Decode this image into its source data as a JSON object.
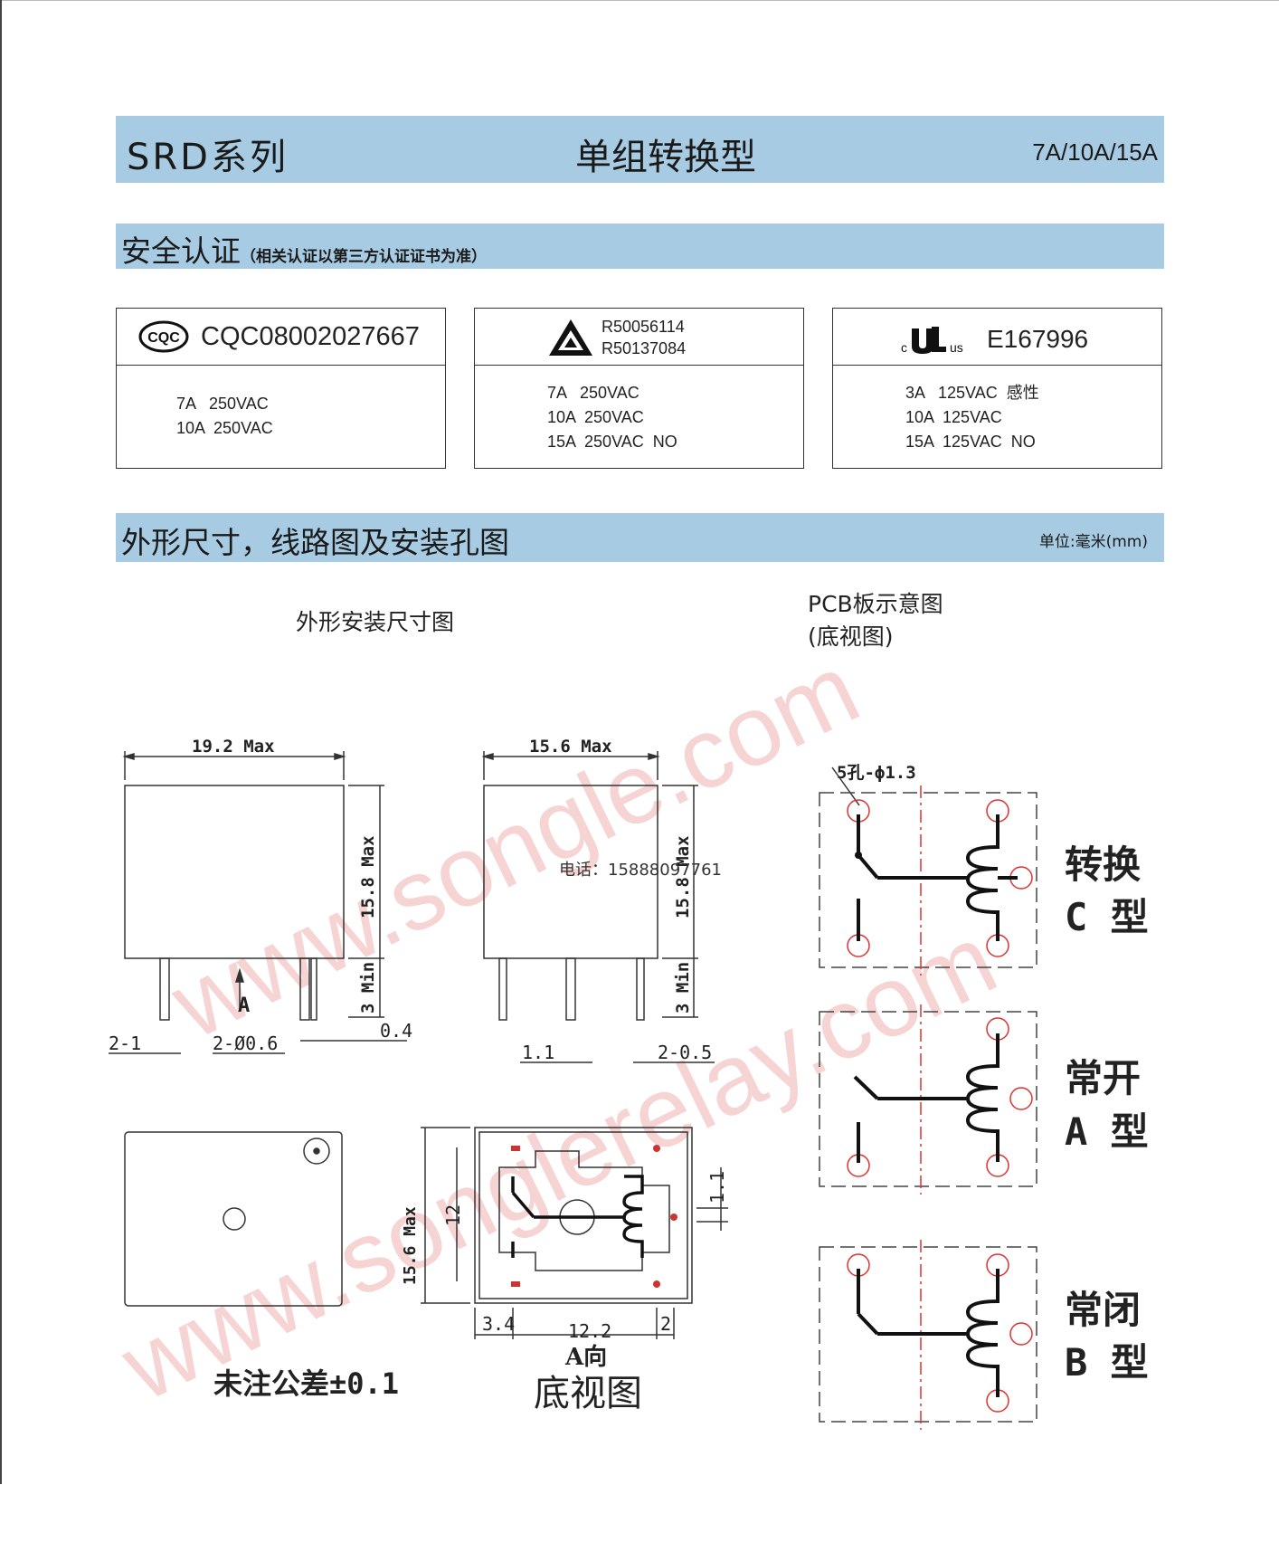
{
  "header": {
    "series": "SRD系列",
    "type": "单组转换型",
    "ratings": "7A/10A/15A"
  },
  "certification": {
    "title": "安全认证",
    "note": "（相关认证以第三方认证证书为准）",
    "cards": [
      {
        "logo": "CQC",
        "number": "CQC08002027667",
        "lines": [
          "7A   250VAC",
          "10A  250VAC"
        ]
      },
      {
        "logo": "TUV triangle",
        "numbers": [
          "R50056114",
          "R50137084"
        ],
        "lines": [
          "7A   250VAC",
          "10A  250VAC",
          "15A  250VAC  NO"
        ]
      },
      {
        "logo_c": "c",
        "logo_us": "us",
        "number": "E167996",
        "lines": [
          "3A   125VAC  感性",
          "10A  125VAC",
          "15A  125VAC  NO"
        ]
      }
    ]
  },
  "dimensions": {
    "title": "外形尺寸，线路图及安装孔图",
    "unit": "单位:毫米(mm)",
    "outline_label": "外形安装尺寸图",
    "pcb_label_1": "PCB板示意图",
    "pcb_label_2": "(底视图)",
    "front": {
      "width": "19.2 Max",
      "height": "15.8 Max",
      "pin": "3 Min",
      "d1": "2-1",
      "d2": "2-Ø0.6",
      "d3": "0.4",
      "arrow": "A"
    },
    "side": {
      "width": "15.6 Max",
      "height": "15.8 Max",
      "pin": "3 Min",
      "d1": "1.1",
      "d2": "2-0.5",
      "phone": "电话：15888097761"
    },
    "bottom": {
      "height": "15.6 Max",
      "d12": "12",
      "d11": "1.1",
      "w1": "3.4",
      "w2": "12.2",
      "w3": "2",
      "view1": "A向",
      "view2": "底视图"
    },
    "tolerance": "未注公差±0.1",
    "pcb": {
      "holes": "5孔-ϕ1.3",
      "types": [
        {
          "l1": "转换",
          "l2": "C 型"
        },
        {
          "l1": "常开",
          "l2": "A 型"
        },
        {
          "l1": "常闭",
          "l2": "B 型"
        }
      ]
    },
    "watermarks": [
      "www.songle.com",
      "www.songlerelay.com"
    ]
  }
}
